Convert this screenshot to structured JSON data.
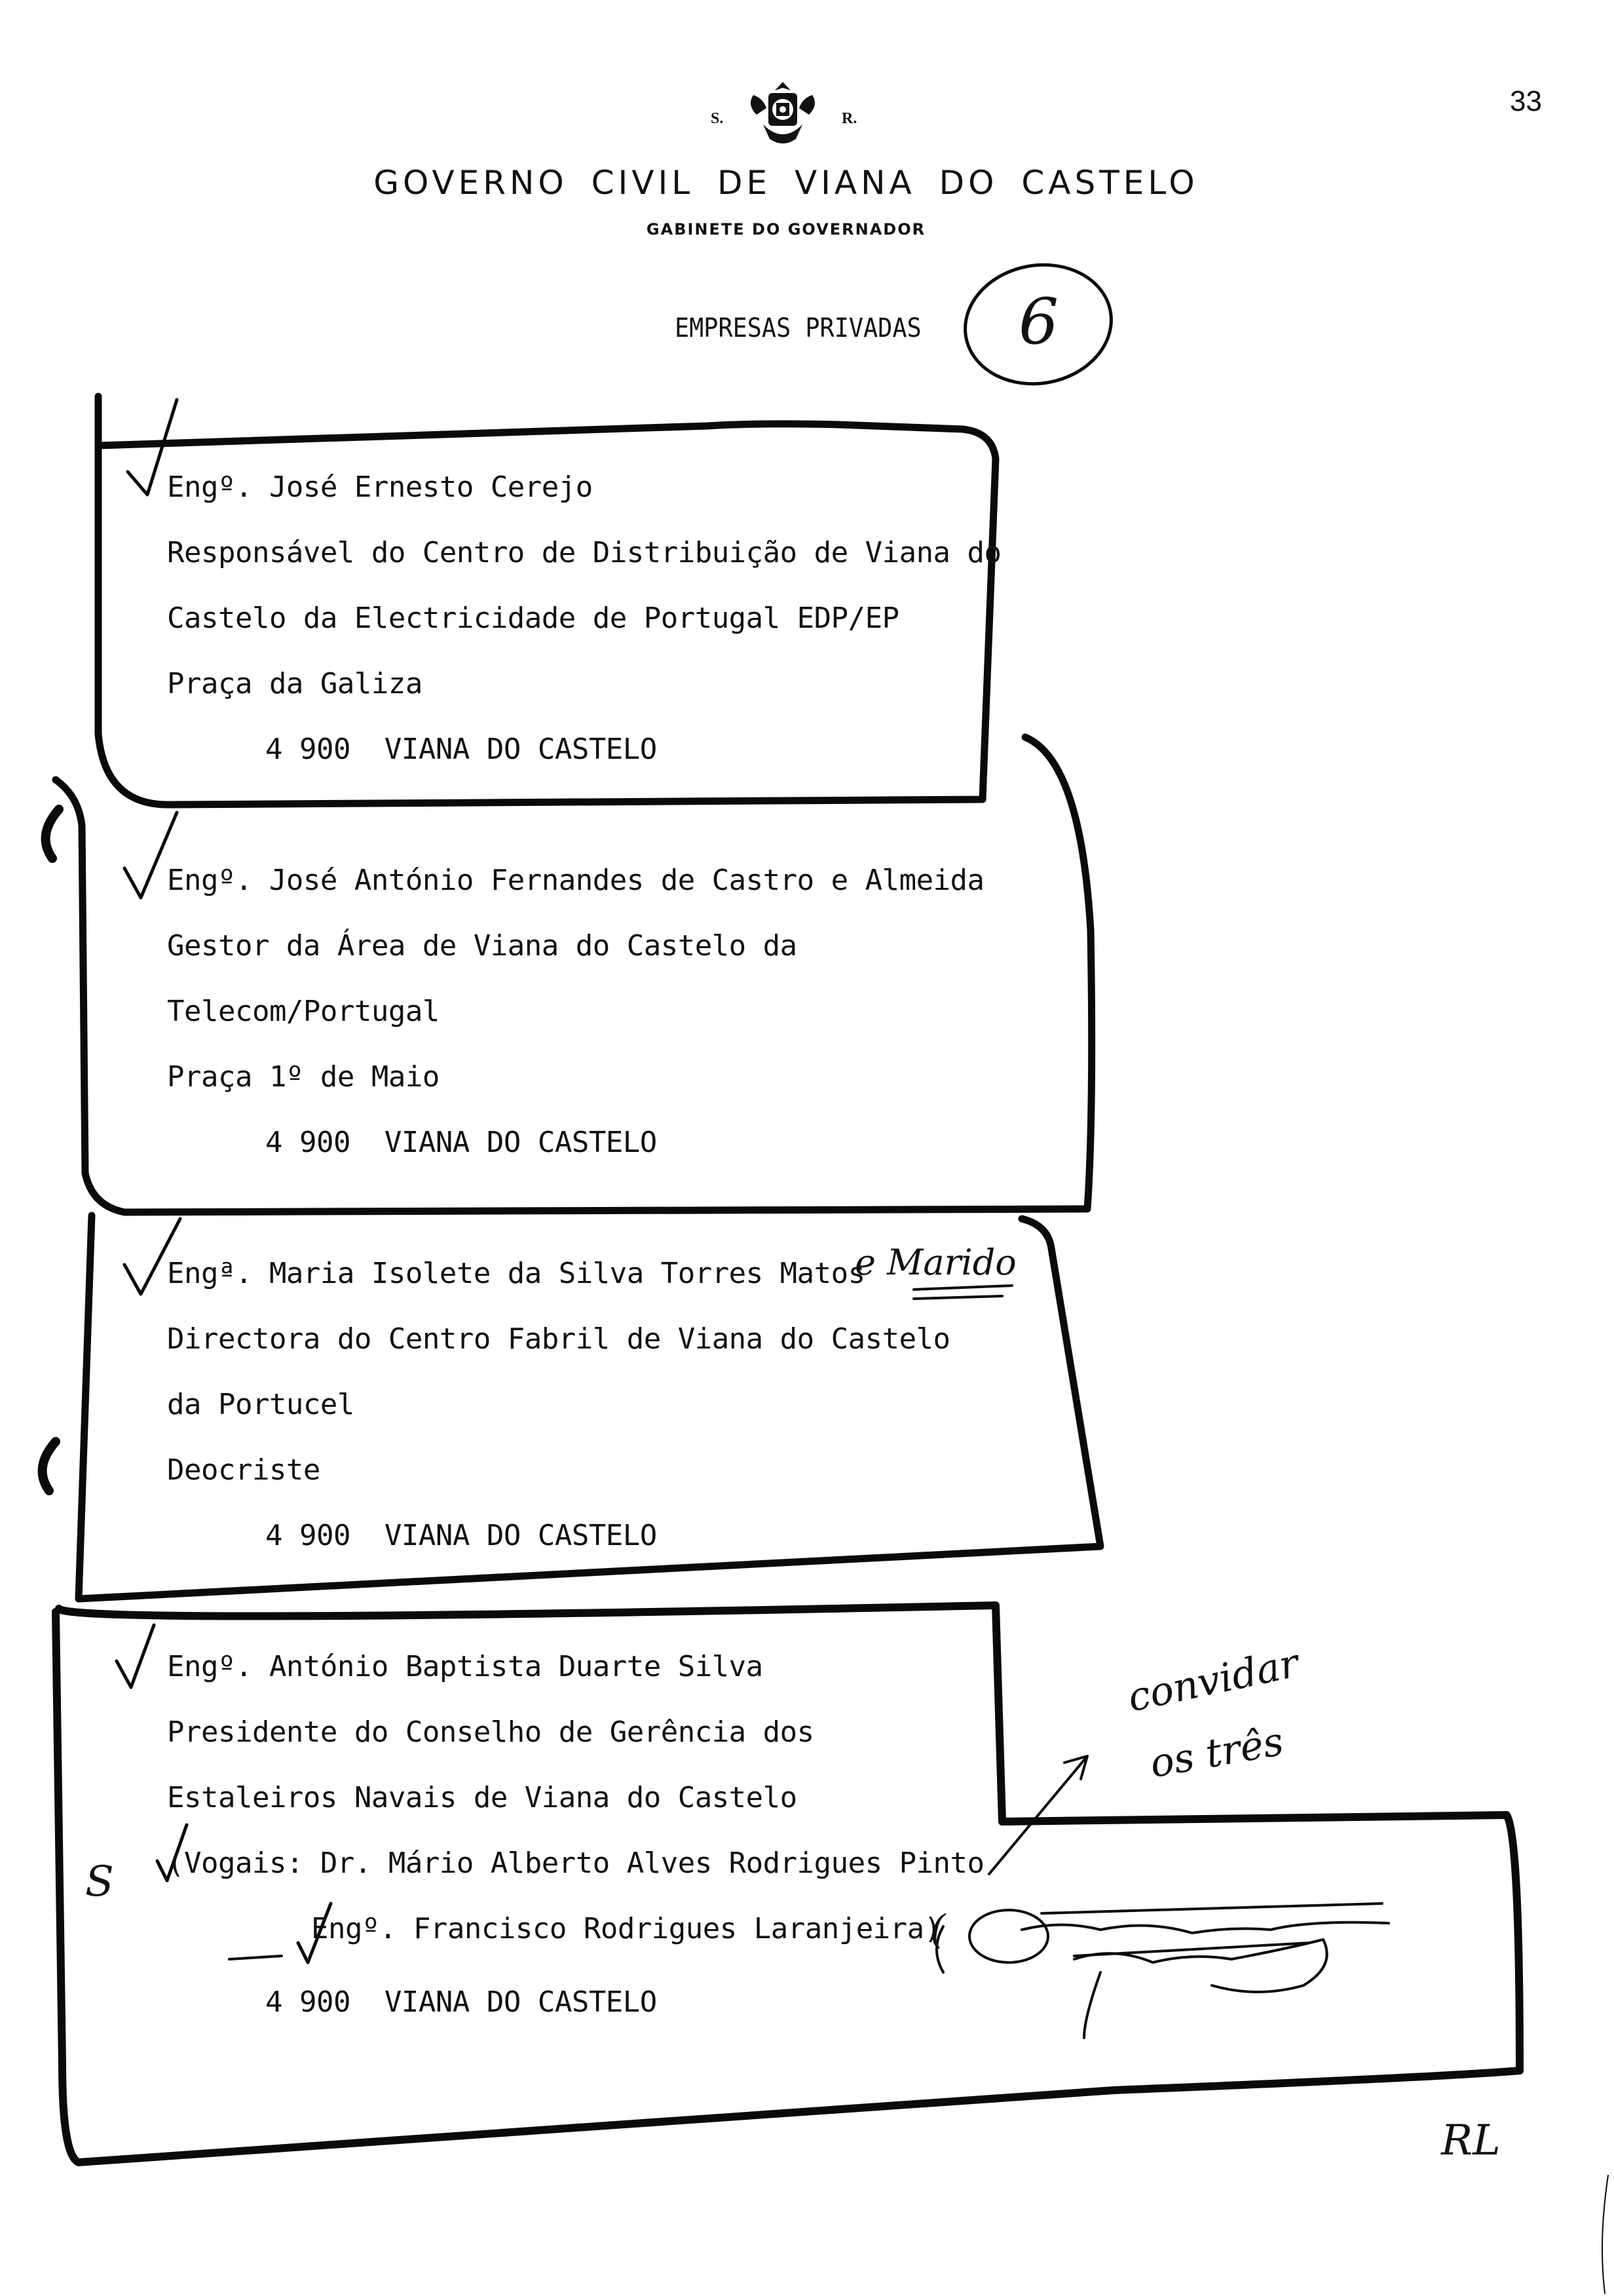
{
  "page_number": "33",
  "seal": {
    "left_letter": "S.",
    "right_letter": "R."
  },
  "header": {
    "title": "GOVERNO CIVIL DE VIANA DO CASTELO",
    "subtitle": "GABINETE DO GOVERNADOR"
  },
  "section_title": "EMPRESAS PRIVADAS",
  "section_number_circled": "6",
  "entries": [
    {
      "name": "Engº. José Ernesto Cerejo",
      "lines": [
        "Responsável do Centro de Distribuição de Viana do",
        "Castelo da Electricidade de Portugal EDP/EP",
        "Praça da Galiza"
      ],
      "postal": "4 900  VIANA DO CASTELO"
    },
    {
      "name": "Engº. José António Fernandes de Castro e Almeida",
      "lines": [
        "Gestor da Área de Viana do Castelo da",
        "Telecom/Portugal",
        "Praça 1º de Maio"
      ],
      "postal": "4 900  VIANA DO CASTELO"
    },
    {
      "name": "Engª. Maria Isolete da Silva Torres Matos",
      "lines": [
        "Directora do Centro Fabril de Viana do Castelo",
        "da Portucel",
        "Deocriste"
      ],
      "postal": "4 900  VIANA DO CASTELO"
    },
    {
      "name": "Engº. António Baptista Duarte Silva",
      "lines": [
        "Presidente do Conselho de Gerência dos",
        "Estaleiros Navais de Viana do Castelo",
        "(Vogais: Dr. Mário Alberto Alves Rodrigues Pinto",
        "Engº. Francisco Rodrigues Laranjeira)"
      ],
      "postal": "4 900  VIANA DO CASTELO"
    }
  ],
  "handwritten": {
    "entry3_addition": "e Marido",
    "entry4_note_line1": "convidar",
    "entry4_note_line2": "os três",
    "initials": "RL",
    "margin_letter": "S",
    "bracket_open": "("
  }
}
